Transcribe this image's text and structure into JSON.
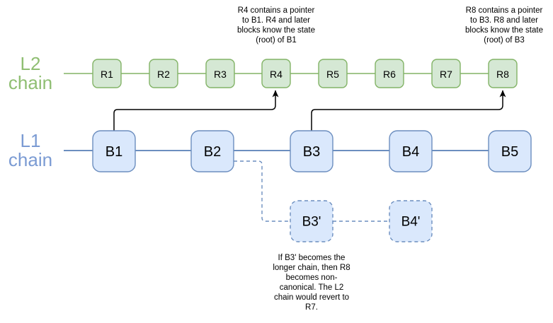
{
  "labels": {
    "l2": "L2\nchain",
    "l1": "L1\nchain"
  },
  "l2_chain": {
    "blocks": [
      "R1",
      "R2",
      "R3",
      "R4",
      "R5",
      "R6",
      "R7",
      "R8"
    ]
  },
  "l1_chain": {
    "blocks": [
      "B1",
      "B2",
      "B3",
      "B4",
      "B5"
    ]
  },
  "fork": {
    "blocks": [
      "B3'",
      "B4'"
    ]
  },
  "annotations": {
    "r4": "R4 contains a pointer\nto B1. R4 and later\nblocks know the state\n(root) of B1",
    "r8": "R8 contains a pointer\nto B3. R8 and later\nblocks know the state\n(root) of B3",
    "fork": "If B3' becomes the\nlonger chain, then R8\nbecomes non-\ncanonical. The L2\nchain would revert to\nR7."
  },
  "colors": {
    "background": "#ffffff",
    "l2_fill": "#d5e8d4",
    "l2_stroke": "#82b366",
    "l2_label_text": "#8fbe72",
    "l1_fill": "#dae8fc",
    "l1_stroke": "#6c8ebf",
    "l1_label_text": "#7b9bd3",
    "arrow": "#000000",
    "annotation_text": "#000000"
  }
}
